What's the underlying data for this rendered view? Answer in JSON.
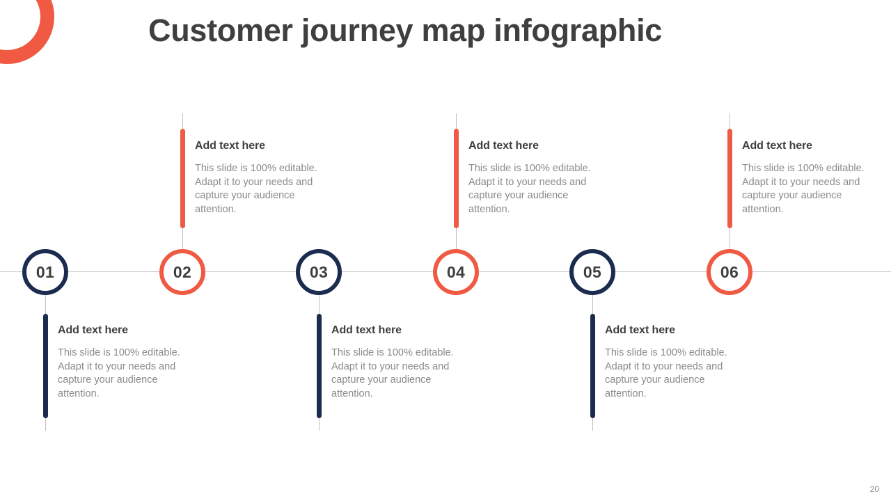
{
  "slide": {
    "title": "Customer journey map infographic",
    "page_number": "20"
  },
  "colors": {
    "navy": "#1c2c4f",
    "coral": "#ef5a43",
    "heading_text": "#3f3f3f",
    "body_text": "#8a8a8a",
    "axis_line": "#c9c9c9",
    "background": "#ffffff"
  },
  "decor": {
    "ring_icon": "partial-ring-shape"
  },
  "timeline": {
    "steps": [
      {
        "number": "01",
        "color": "navy",
        "position": "below",
        "heading": "Add text here",
        "body": "This slide is 100% editable. Adapt it to your needs and capture your audience attention."
      },
      {
        "number": "02",
        "color": "coral",
        "position": "above",
        "heading": "Add text here",
        "body": "This slide is 100% editable. Adapt it to your needs and capture your audience attention."
      },
      {
        "number": "03",
        "color": "navy",
        "position": "below",
        "heading": "Add text here",
        "body": "This slide is 100% editable. Adapt it to your needs and capture your audience attention."
      },
      {
        "number": "04",
        "color": "coral",
        "position": "above",
        "heading": "Add text here",
        "body": "This slide is 100% editable. Adapt it to your needs and capture your audience attention."
      },
      {
        "number": "05",
        "color": "navy",
        "position": "below",
        "heading": "Add text here",
        "body": "This slide is 100% editable. Adapt it to your needs and capture your audience attention."
      },
      {
        "number": "06",
        "color": "coral",
        "position": "above",
        "heading": "Add text here",
        "body": "This slide is 100% editable. Adapt it to your needs and capture your audience attention."
      }
    ]
  }
}
